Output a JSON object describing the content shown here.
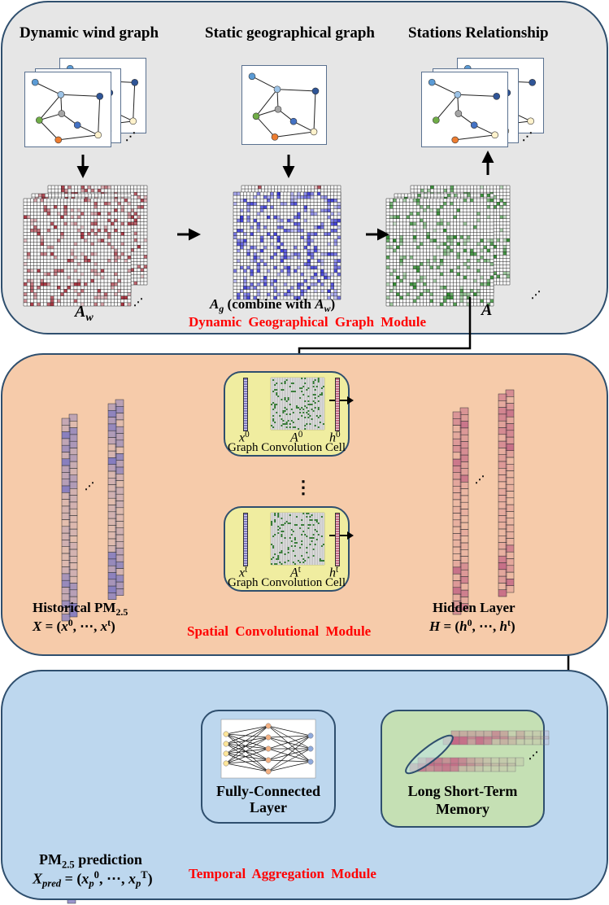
{
  "modules": {
    "dynamic_geo": {
      "name": "Dynamic Geographical Graph Module",
      "titles": {
        "dynamic_wind": "Dynamic wind graph",
        "static_geo": "Static geographical graph",
        "stations": "Stations Relationship"
      },
      "labels": {
        "aw_base": "A",
        "aw_sub": "w",
        "ag_base": "A",
        "ag_sub": "g",
        "ag_text": " (combine with ",
        "ag_ref_base": "A",
        "ag_ref_sub": "w",
        "ag_close": ")",
        "a": "A"
      },
      "matrix_colors": {
        "wind": "#a8323e",
        "geo": "#3a3ad8",
        "combined": "#2e8b2e"
      }
    },
    "spatial_conv": {
      "name": "Spatial Convolutional Module",
      "input": {
        "title": "Historical PM",
        "title_sub": "2.5",
        "formula_lhs": "X",
        "formula_eq": " = (",
        "x0_base": "x",
        "x0_sup": "0",
        "sep": ", ⋯, ",
        "xt_base": "x",
        "xt_sup": "t",
        "close": ")"
      },
      "cells": [
        {
          "label": "Graph Convolution Cell",
          "x": "x",
          "x_sup": "0",
          "a": "A",
          "a_sup": "0",
          "h": "h",
          "h_sup": "0"
        },
        {
          "label": "Graph Convolution Cell",
          "x": "x",
          "x_sup": "t",
          "a": "A",
          "a_sup": "t",
          "h": "h",
          "h_sup": "t"
        }
      ],
      "ellipsis_vertical": "⋮",
      "hidden": {
        "title": "Hidden Layer",
        "formula_lhs": "H",
        "formula_eq": " = (",
        "h0_base": "h",
        "h0_sup": "0",
        "sep": ", ⋯, ",
        "ht_base": "h",
        "ht_sup": "t",
        "close": ")"
      }
    },
    "temporal_agg": {
      "name": "Temporal Aggregation Module",
      "fc": {
        "line1": "Fully-Connected",
        "line2": "Layer"
      },
      "lstm": {
        "line1": "Long Short-Term",
        "line2": "Memory"
      },
      "output": {
        "title": "PM",
        "title_sub": "2.5",
        "title_rest": " prediction",
        "lhs": "X",
        "lhs_sub": "pred",
        "eq": " = (",
        "p0_base": "x",
        "p0_sub": "p",
        "p0_sup": "0",
        "sep": ", ⋯, ",
        "pT_base": "x",
        "pT_sub": "p",
        "pT_sup": "T",
        "close": ")"
      }
    }
  },
  "glyphs": {
    "diag_ellipsis": "⋰"
  },
  "colors": {
    "panel_top": "#e6e6e6",
    "panel_mid": "#f6cbaa",
    "panel_bottom": "#bdd7ee",
    "gcc_fill": "#f0eda0",
    "lstm_fill": "#c5e0b4",
    "module_title": "#ff0000",
    "vector_purple": "#7e78c0",
    "vector_pink": "#c46a86"
  }
}
